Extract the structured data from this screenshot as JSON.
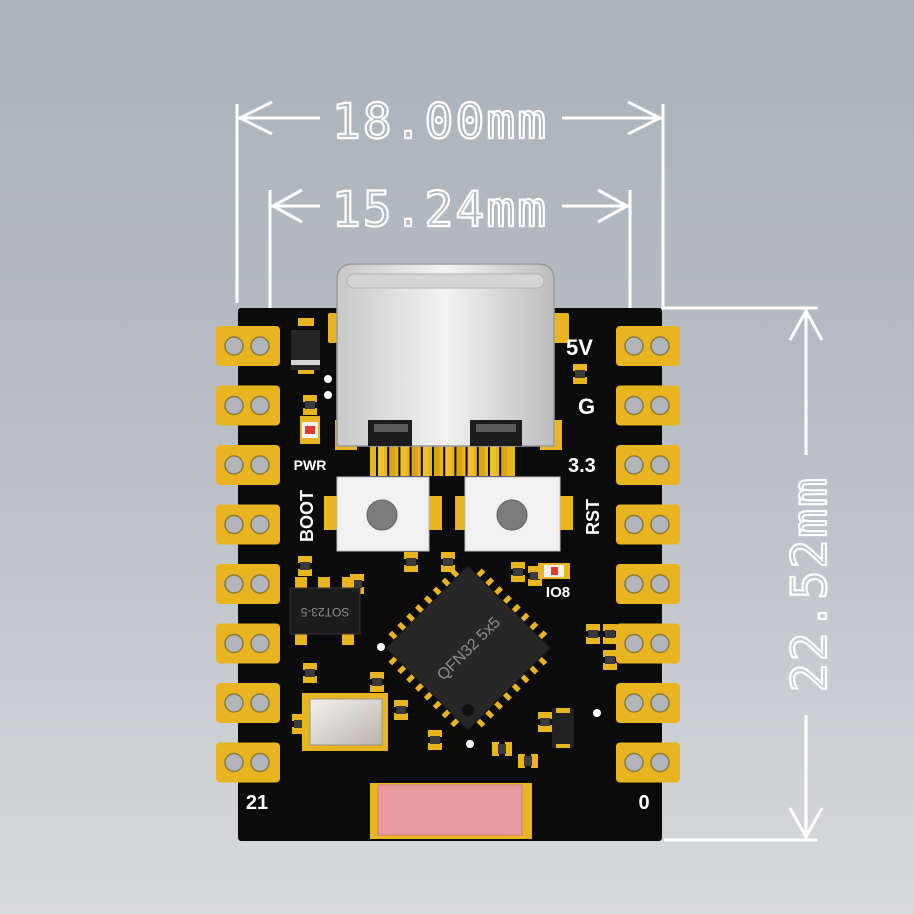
{
  "dimensions": {
    "width_outer": "18.00mm",
    "width_pitch": "15.24mm",
    "height": "22.52mm"
  },
  "silkscreen": {
    "pwr": "PWR",
    "boot": "BOOT",
    "v5": "5V",
    "g": "G",
    "v33": "3.3",
    "rst": "RST",
    "io8": "IO8",
    "pin_left_bottom": "21",
    "pin_right_bottom": "0"
  },
  "chips": {
    "mcu": "QFN32 5x5",
    "regulator": "SOT23-5"
  },
  "colors": {
    "board": "#0b0b0b",
    "gold": "#e8b520",
    "dimension_lines": "#ffffff",
    "antenna": "#e89aa0"
  }
}
